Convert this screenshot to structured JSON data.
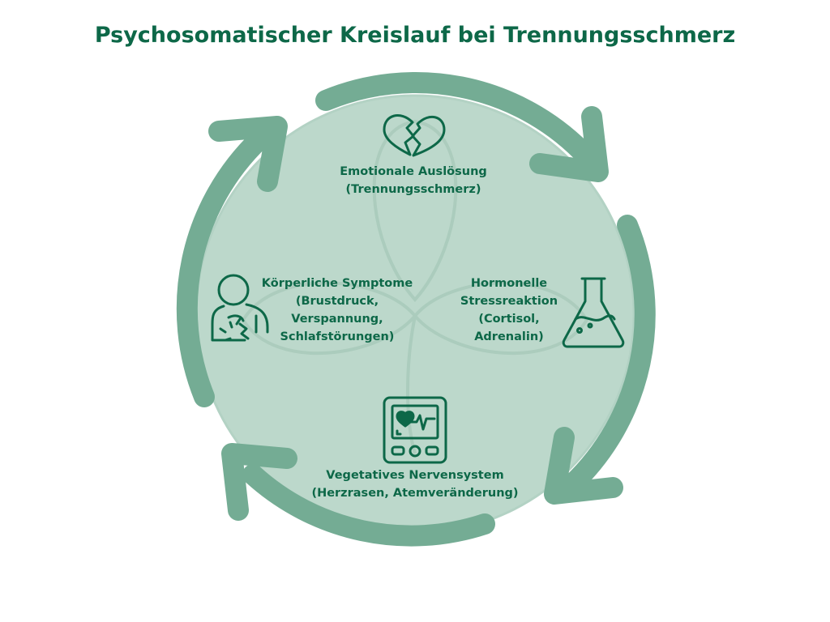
{
  "title": "Psychosomatischer Kreislauf bei Trennungsschmerz",
  "colors": {
    "title": "#0d6848",
    "circle_fill": "#bcd8cb",
    "arrow": "#74ac94",
    "icon_stroke": "#0d6848"
  },
  "nodes": {
    "top": {
      "icon": "broken-heart-icon",
      "lines": [
        "Emotionale Auslösung",
        "(Trennungsschmerz)"
      ]
    },
    "right": {
      "icon": "flask-icon",
      "lines": [
        "Hormonelle",
        "Stressreaktion",
        "(Cortisol,",
        "Adrenalin)"
      ]
    },
    "bottom": {
      "icon": "heart-monitor-icon",
      "lines": [
        "Vegetatives Nervensystem",
        "(Herzrasen, Atemveränderung)"
      ]
    },
    "left": {
      "icon": "chest-pain-person-icon",
      "lines": [
        "Körperliche Symptome",
        "(Brustdruck,",
        "Verspannung,",
        "Schlafstörungen)"
      ]
    }
  },
  "cycle_direction": "clockwise"
}
